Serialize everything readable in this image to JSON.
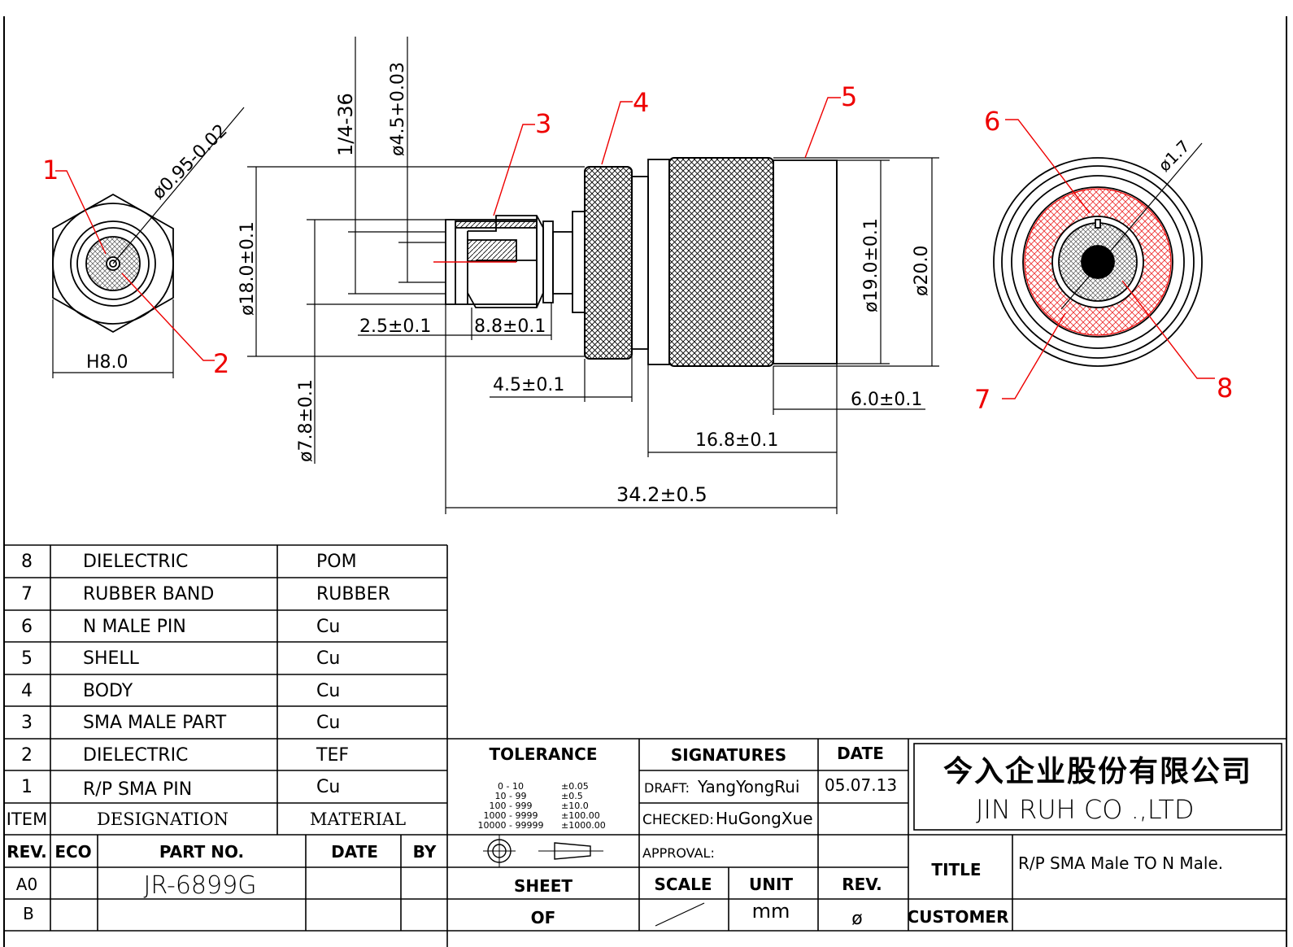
{
  "drawing": {
    "callouts": [
      "1",
      "2",
      "3",
      "4",
      "5",
      "6",
      "7",
      "8"
    ],
    "dims": {
      "d095": "ø0.95-0.02",
      "h8": "H8.0",
      "thread": "1/4-36",
      "d45": "ø4.5+0.03",
      "d18": "ø18.0±0.1",
      "d78": "ø7.8±0.1",
      "l25": "2.5±0.1",
      "l88": "8.8±0.1",
      "l45": "4.5±0.1",
      "d19": "ø19.0±0.1",
      "d20": "ø20.0",
      "l60": "6.0±0.1",
      "l168": "16.8±0.1",
      "l342": "34.2±0.5",
      "d17": "ø1.7"
    }
  },
  "bom": {
    "rows": [
      {
        "item": "8",
        "designation": "DIELECTRIC",
        "material": "POM"
      },
      {
        "item": "7",
        "designation": "RUBBER  BAND",
        "material": "RUBBER"
      },
      {
        "item": "6",
        "designation": "N  MALE  PIN",
        "material": "Cu"
      },
      {
        "item": "5",
        "designation": "SHELL",
        "material": "Cu"
      },
      {
        "item": "4",
        "designation": "BODY",
        "material": "Cu"
      },
      {
        "item": "3",
        "designation": "SMA  MALE  PART",
        "material": "Cu"
      },
      {
        "item": "2",
        "designation": "DIELECTRIC",
        "material": "TEF"
      },
      {
        "item": "1",
        "designation": "R/P  SMA  PIN",
        "material": "Cu"
      }
    ],
    "header": {
      "item": "ITEM",
      "designation": "DESIGNATION",
      "material": "MATERIAL"
    }
  },
  "titleblock": {
    "tolerance_label": "TOLERANCE",
    "tolerance_rows": [
      {
        "range": "0  -  10",
        "tol": "±0.05"
      },
      {
        "range": "10  -  99",
        "tol": "±0.5"
      },
      {
        "range": "100  -  999",
        "tol": "±10.0"
      },
      {
        "range": "1000  -  9999",
        "tol": "±100.00"
      },
      {
        "range": "10000  -  99999",
        "tol": "±1000.00"
      }
    ],
    "signatures_label": "SIGNATURES",
    "date_label": "DATE",
    "draft_label": "DRAFT:",
    "draft_name": "YangYongRui",
    "draft_date": "05.07.13",
    "checked_label": "CHECKED:",
    "checked_name": "HuGongXue",
    "approval_label": "APPROVAL:",
    "company_cn": "今入企业股份有限公司",
    "company_en": "JIN   RUH   CO .,LTD",
    "rev_label": "REV.",
    "eco_label": "ECO",
    "partno_label": "PART  NO.",
    "date2_label": "DATE",
    "by_label": "BY",
    "rev_a0": "A0",
    "rev_b": "B",
    "part_no": "JR-6899G",
    "sheet_label": "SHEET",
    "of_label": "OF",
    "scale_label": "SCALE",
    "unit_label": "UNIT",
    "rev2_label": "REV.",
    "unit_value": "mm",
    "rev_value": "ø",
    "title_label": "TITLE",
    "title_value": "R/P  SMA  Male  TO  N  Male.",
    "customer_label": "CUSTOMER"
  }
}
